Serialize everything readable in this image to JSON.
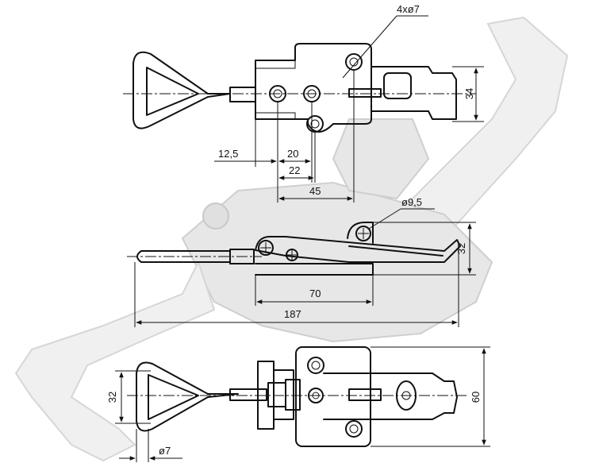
{
  "dimensions": {
    "holes": "4xø7",
    "hook_offset": "12,5",
    "hole_spacing_short": "20",
    "hole_spacing_mid": "22",
    "base_length_top": "45",
    "width_top_view": "34",
    "pivot_hole": "ø9,5",
    "height_side_view": "32",
    "base_length_side": "70",
    "overall_length": "187",
    "loop_height": "32",
    "loop_rod": "ø7",
    "plate_height": "60"
  }
}
